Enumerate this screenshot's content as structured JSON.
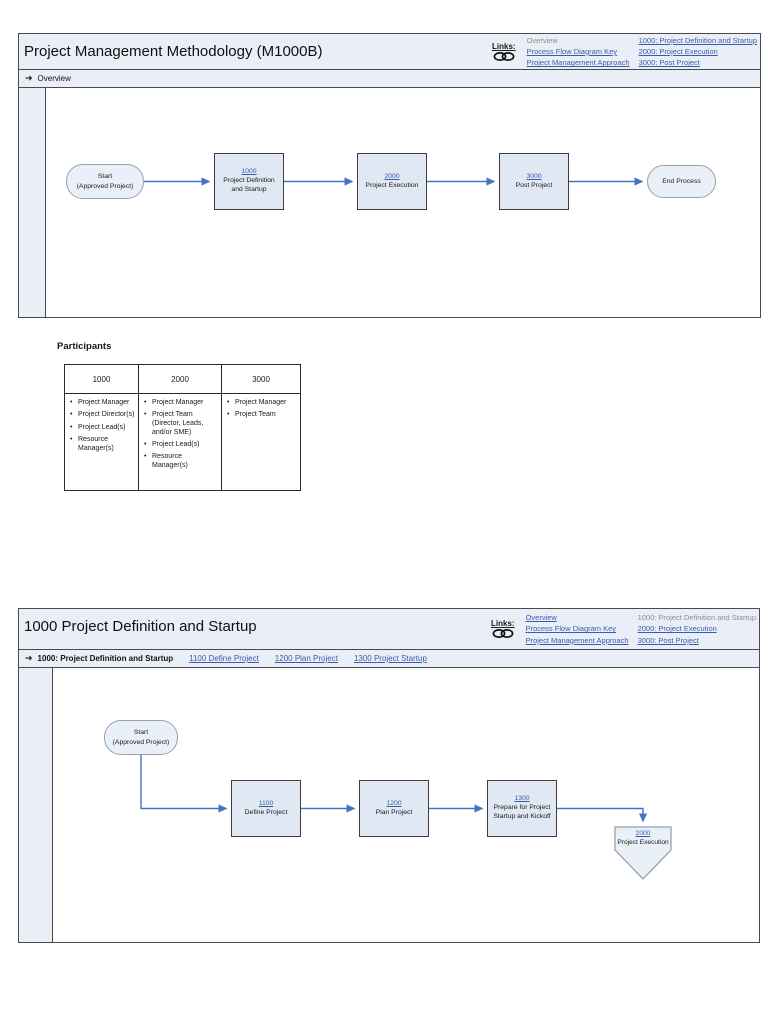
{
  "colors": {
    "accent_blue": "#4472c4",
    "link_blue": "#3b5cad",
    "inactive_link_gray": "#8f8f8f",
    "header_bg": "#e9eef7",
    "shape_fill": "#dfe8f3"
  },
  "overview_panel": {
    "title": "Project Management Methodology (M1000B)",
    "links_label": "Links:",
    "links_col1": [
      {
        "label": "Overview"
      },
      {
        "label": "Process Flow Diagram Key"
      },
      {
        "label": "Project Management Approach"
      }
    ],
    "links_col2": [
      {
        "label": "1000: Project Definition and Startup"
      },
      {
        "label": "2000: Project Execution"
      },
      {
        "label": "3000: Post Project"
      }
    ],
    "tab_label": "Overview",
    "flow": {
      "start": {
        "line1": "Start",
        "line2": "(Approved Project)"
      },
      "boxes": [
        {
          "code": "1000",
          "label": "Project Definition and Startup"
        },
        {
          "code": "2000",
          "label": "Project Execution"
        },
        {
          "code": "3000",
          "label": "Post Project"
        }
      ],
      "end_label": "End Process"
    }
  },
  "participants": {
    "title": "Participants",
    "columns": [
      {
        "header": "1000",
        "items": [
          "Project Manager",
          "Project Director(s)",
          "Project Lead(s)",
          "Resource Manager(s)"
        ]
      },
      {
        "header": "2000",
        "items": [
          "Project Manager",
          "Project Team (Director, Leads, and/or SME)",
          "Project Lead(s)",
          "Resource Manager(s)"
        ]
      },
      {
        "header": "3000",
        "items": [
          "Project Manager",
          "Project Team"
        ]
      }
    ]
  },
  "detail_panel": {
    "title": "1000 Project Definition and Startup",
    "links_label": "Links:",
    "links_col1": [
      {
        "label": "Overview"
      },
      {
        "label": "Process Flow Diagram Key"
      },
      {
        "label": "Project Management Approach"
      }
    ],
    "links_col2": [
      {
        "label": "1000: Project Definition and Startup"
      },
      {
        "label": "2000: Project Execution"
      },
      {
        "label": "3000: Post Project"
      }
    ],
    "tab_label": "1000: Project Definition and Startup",
    "tab_links": [
      {
        "label": "1100 Define Project"
      },
      {
        "label": "1200 Plan Project"
      },
      {
        "label": "1300 Project Startup"
      }
    ],
    "flow": {
      "start": {
        "line1": "Start",
        "line2": "(Approved Project)"
      },
      "boxes": [
        {
          "code": "1100",
          "label": "Define Project"
        },
        {
          "code": "1200",
          "label": "Plan Project"
        },
        {
          "code": "1300",
          "label": "Prepare for Project Startup and Kickoff"
        }
      ],
      "offpage": {
        "code": "2000",
        "label": "Project Execution"
      }
    }
  }
}
